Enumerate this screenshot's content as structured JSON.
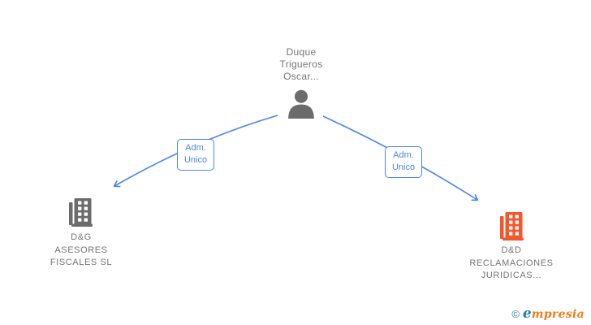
{
  "diagram": {
    "type": "ownership-relations-graph",
    "background": "#ffffff",
    "colors": {
      "edge_blue": "#4a86e8",
      "text_gray": "#757575",
      "person_icon_gray": "#6b6b6b",
      "building_gray": "#6b6b6b",
      "building_orange": "#f4572b"
    },
    "person": {
      "name_lines": [
        "Duque",
        "Trigueros",
        "Oscar..."
      ],
      "icon": "person-icon"
    },
    "edges": [
      {
        "from": "Duque Trigueros Oscar...",
        "to": "D&G ASESORES FISCALES SL",
        "label_lines": [
          "Adm.",
          "Unico"
        ]
      },
      {
        "from": "Duque Trigueros Oscar...",
        "to": "D&D RECLAMACIONES JURIDICAS...",
        "label_lines": [
          "Adm.",
          "Unico"
        ]
      }
    ],
    "companies": {
      "left": {
        "name_lines": [
          "D&G",
          "ASESORES",
          "FISCALES SL"
        ],
        "icon": "building-icon",
        "icon_color": "#6b6b6b"
      },
      "right": {
        "name_lines": [
          "D&D",
          "RECLAMACIONES",
          "JURIDICAS..."
        ],
        "icon": "building-icon",
        "icon_color": "#f4572b"
      }
    },
    "footer": {
      "copyright_symbol": "©",
      "logo_first_letter": "e",
      "logo_rest": "mpresia"
    }
  }
}
